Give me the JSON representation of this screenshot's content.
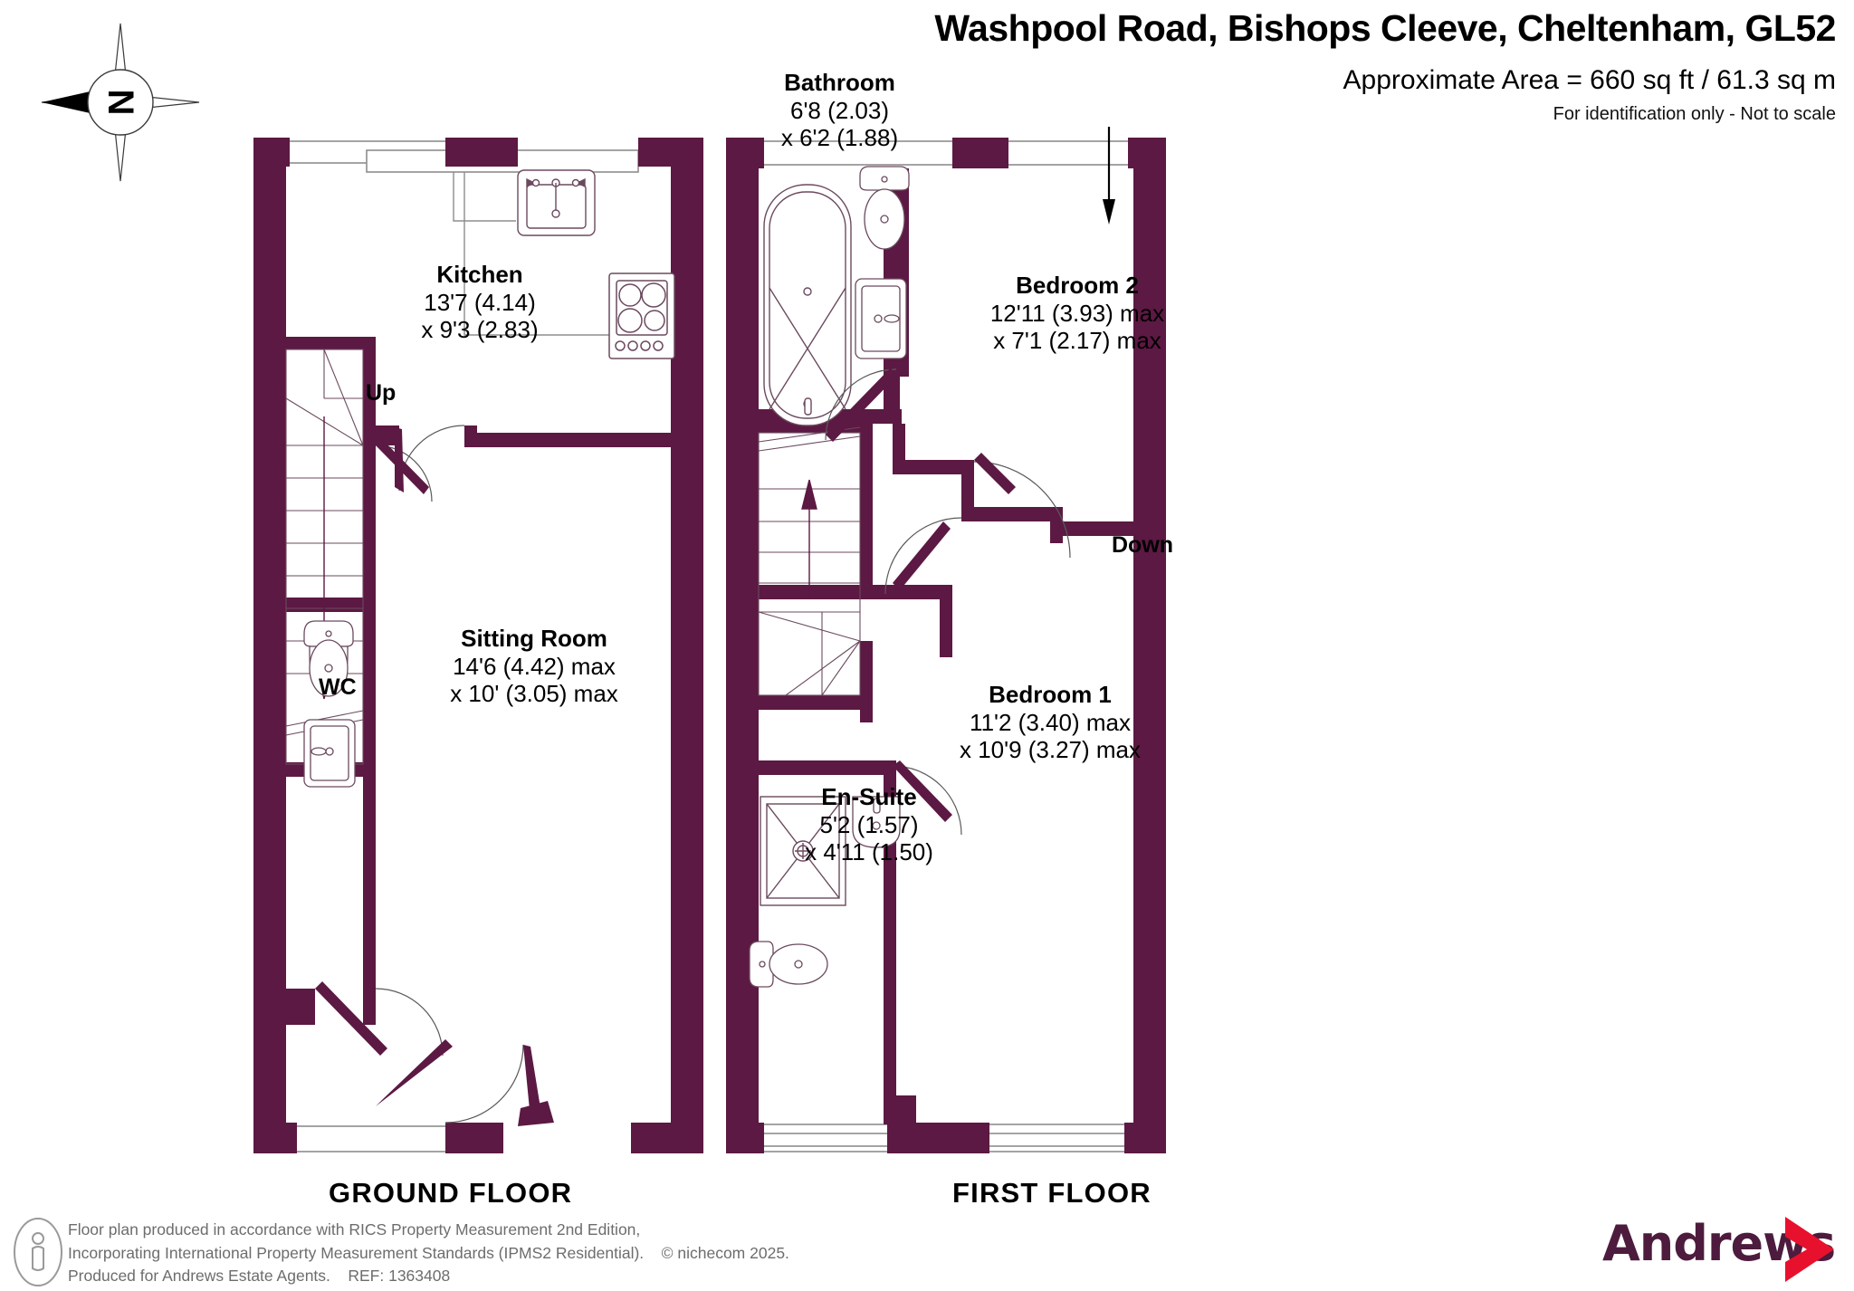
{
  "header": {
    "title": "Washpool Road, Bishops Cleeve, Cheltenham, GL52",
    "area": "Approximate Area = 660 sq ft / 61.3 sq m",
    "disclaimer": "For identification only - Not to scale"
  },
  "colors": {
    "wall": "#5c1943",
    "fixture_stroke": "#6b4a5e",
    "window_stroke": "#8a8a8a",
    "logo_purple": "#4d1b3d",
    "logo_red": "#e8112d",
    "footer_text": "#6d6d6d"
  },
  "compass": {
    "label": "N"
  },
  "floors": [
    {
      "id": "ground",
      "label": "GROUND FLOOR",
      "rooms": [
        {
          "name": "Kitchen",
          "dim1": "13'7 (4.14)",
          "dim2": "x 9'3 (2.83)"
        },
        {
          "name": "Sitting Room",
          "dim1": "14'6 (4.42) max",
          "dim2": "x 10' (3.05) max"
        },
        {
          "name": "WC",
          "dim1": "",
          "dim2": ""
        }
      ],
      "stair_label": "Up"
    },
    {
      "id": "first",
      "label": "FIRST FLOOR",
      "rooms": [
        {
          "name": "Bathroom",
          "dim1": "6'8 (2.03)",
          "dim2": "x 6'2 (1.88)"
        },
        {
          "name": "Bedroom 2",
          "dim1": "12'11 (3.93) max",
          "dim2": "x 7'1 (2.17) max"
        },
        {
          "name": "Bedroom 1",
          "dim1": "11'2 (3.40) max",
          "dim2": "x 10'9 (3.27) max"
        },
        {
          "name": "En-Suite",
          "dim1": "5'2 (1.57)",
          "dim2": "x 4'11 (1.50)"
        }
      ],
      "stair_label": "Down"
    }
  ],
  "footer": {
    "line1": "Floor plan produced in accordance with RICS Property Measurement 2nd Edition,",
    "line2": "Incorporating International Property Measurement Standards (IPMS2 Residential).",
    "copyright": "© nichecom 2025.",
    "line3": "Produced for Andrews Estate Agents.",
    "ref": "REF: 1363408"
  },
  "brand": {
    "name": "Andrews"
  }
}
